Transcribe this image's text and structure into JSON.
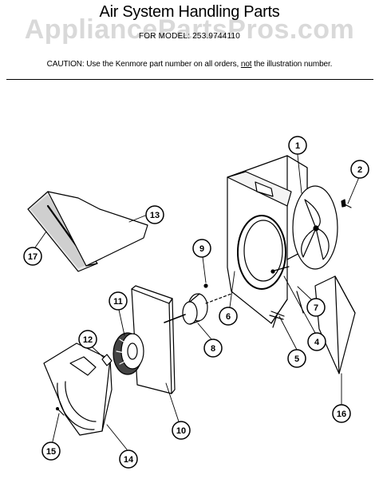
{
  "header": {
    "watermark": "AppliancePartsPros.com",
    "title": "Air System Handling Parts",
    "model_label": "FOR MODEL:",
    "model_number": "253.9744110",
    "caution_prefix": "CAUTION:  Use the Kenmore part number on all orders, ",
    "caution_not": "not",
    "caution_suffix": " the illustration number."
  },
  "callouts": [
    "1",
    "2",
    "4",
    "5",
    "6",
    "7",
    "8",
    "9",
    "10",
    "11",
    "12",
    "13",
    "14",
    "15",
    "16",
    "17"
  ]
}
